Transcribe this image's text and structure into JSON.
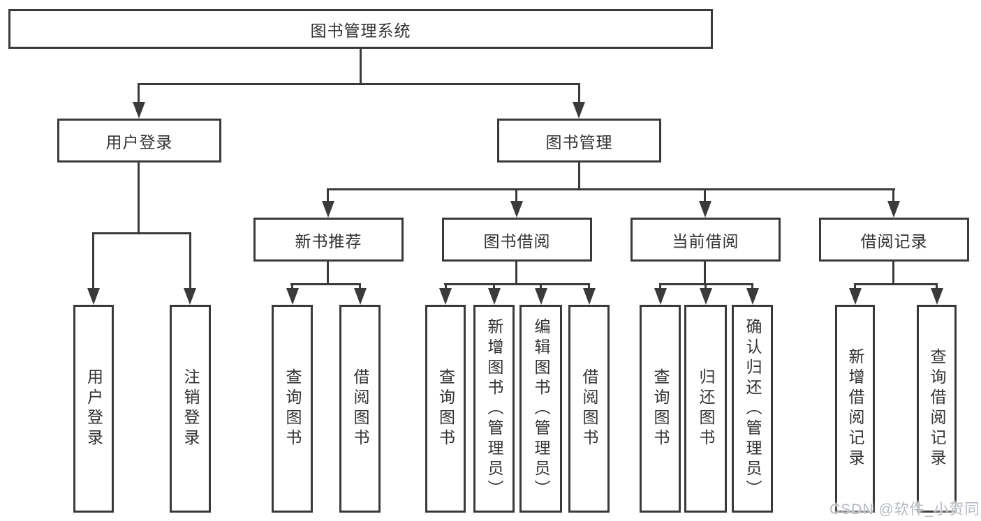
{
  "diagram": {
    "root": {
      "label": "图书管理系统"
    },
    "branches": {
      "user_login": {
        "label": "用户登录",
        "children": [
          "用户登录",
          "注销登录"
        ]
      },
      "book_management": {
        "label": "图书管理",
        "sections": [
          {
            "label": "新书推荐",
            "children": [
              "查询图书",
              "借阅图书"
            ]
          },
          {
            "label": "图书借阅",
            "children": [
              "查询图书",
              "新增图书（管理员）",
              "编辑图书（管理员）",
              "借阅图书"
            ]
          },
          {
            "label": "当前借阅",
            "children": [
              "查询图书",
              "归还图书",
              "确认归还（管理员）"
            ]
          },
          {
            "label": "借阅记录",
            "children": [
              "新增借阅记录",
              "查询借阅记录"
            ]
          }
        ]
      }
    }
  },
  "watermark": {
    "text": "CSDN @软件_小贺同学"
  },
  "colors": {
    "line": "#3a3a3a",
    "text": "#333333",
    "watermark": "#b5bac0",
    "background": "#ffffff"
  }
}
